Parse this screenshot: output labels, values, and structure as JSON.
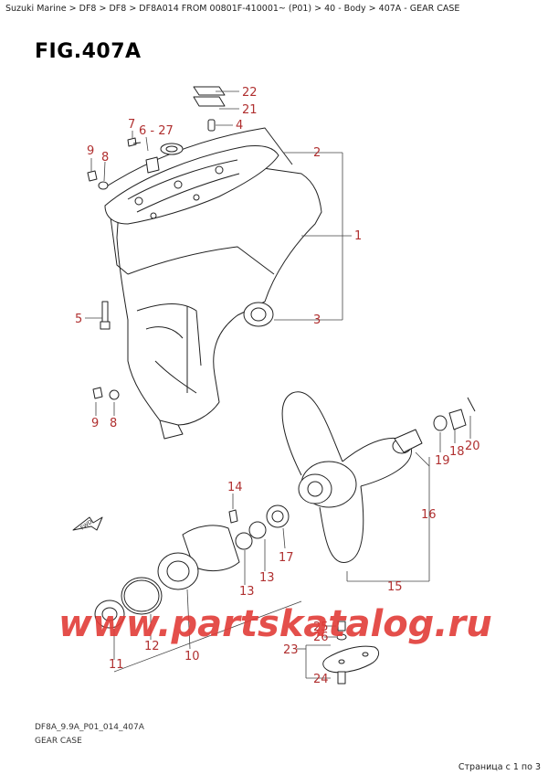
{
  "breadcrumb": "Suzuki Marine > DF8 > DF8 > DF8A014 FROM 00801F-410001~ (P01) > 40 - Body > 407A - GEAR CASE",
  "figure_title": "FIG.407A",
  "diagram_code": "DF8A_9.9A_P01_014_407A",
  "diagram_name": "GEAR CASE",
  "watermark": "www.partskatalog.ru",
  "page_label": "Страница с 1 по 3",
  "fwd_label": "FWD",
  "colors": {
    "callout": "#b03030",
    "watermark": "#e13c37"
  },
  "callouts": {
    "p1": "1",
    "p2": "2",
    "p3": "3",
    "p4": "4",
    "p5": "5",
    "p6_27": "6 - 27",
    "p7": "7",
    "p8a": "8",
    "p8b": "8",
    "p9a": "9",
    "p9b": "9",
    "p10": "10",
    "p11": "11",
    "p12": "12",
    "p13a": "13",
    "p13b": "13",
    "p14": "14",
    "p15": "15",
    "p16": "16",
    "p17": "17",
    "p18": "18",
    "p19": "19",
    "p20": "20",
    "p21": "21",
    "p22": "22",
    "p23": "23",
    "p24": "24",
    "p25": "25",
    "p26": "26"
  }
}
